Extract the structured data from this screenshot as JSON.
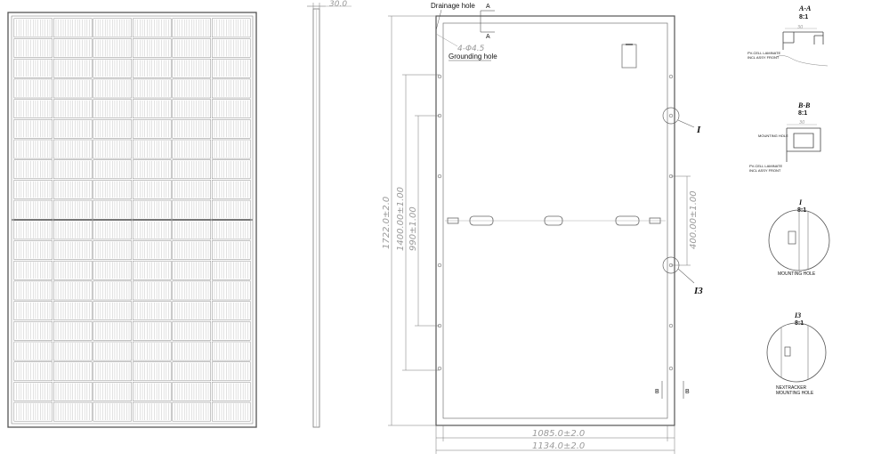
{
  "side_view": {
    "thickness_dim": "30.0"
  },
  "rear_view": {
    "drainage_hole": "Drainage hole",
    "grounding_hole": "Grounding hole",
    "hole_spec": "4-Φ4.5",
    "section_a_marker": "A",
    "section_b_marker": "B",
    "detail_i_marker": "I",
    "detail_i3_marker": "I3",
    "height_total": "1722.0±2.0",
    "height_mount_outer": "1400.00±1.00",
    "height_mount_inner": "990±1.00",
    "width_frame": "1085.0±2.0",
    "width_total": "1134.0±2.0",
    "mount_spacing": "400.00±1.00"
  },
  "section_aa": {
    "title": "A-A",
    "scale": "8:1",
    "width_dim": "30",
    "note_line1": "PV-CELL LAMINATE",
    "note_line2": "INCL ASSY FRONT"
  },
  "section_bb": {
    "title": "B-B",
    "scale": "8:1",
    "width_dim": "30",
    "hole_label": "MOUNTING HOLE",
    "note_line1": "PV-CELL LAMINATE",
    "note_line2": "INCL ASSY FRONT"
  },
  "detail_i": {
    "title": "I",
    "scale": "8:1",
    "caption": "MOUNTING HOLE"
  },
  "detail_i3": {
    "title": "I3",
    "scale": "8:1",
    "caption_line1": "NEXTRACKER",
    "caption_line2": "MOUNTING HOLE"
  }
}
